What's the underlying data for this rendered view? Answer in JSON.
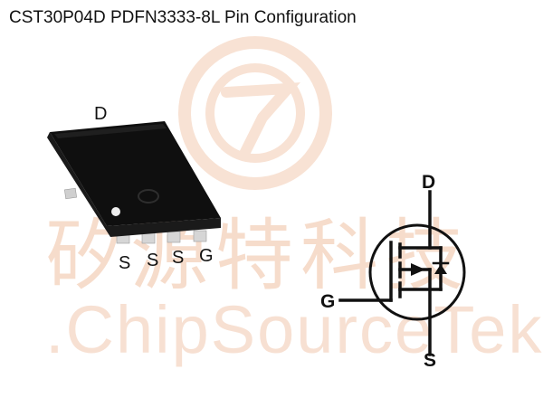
{
  "title": "CST30P04D PDFN3333-8L Pin Configuration",
  "watermark": {
    "chinese": "矽源特科技",
    "english": ".ChipSourceTek."
  },
  "package": {
    "top_pin_label": "D",
    "bottom_pin_labels": [
      "S",
      "S",
      "S",
      "G"
    ]
  },
  "schematic": {
    "drain_label": "D",
    "gate_label": "G",
    "source_label": "S"
  },
  "colors": {
    "watermark": "#f4d2bd",
    "body": "#0f0f0f",
    "pin": "#d6d6d6"
  }
}
